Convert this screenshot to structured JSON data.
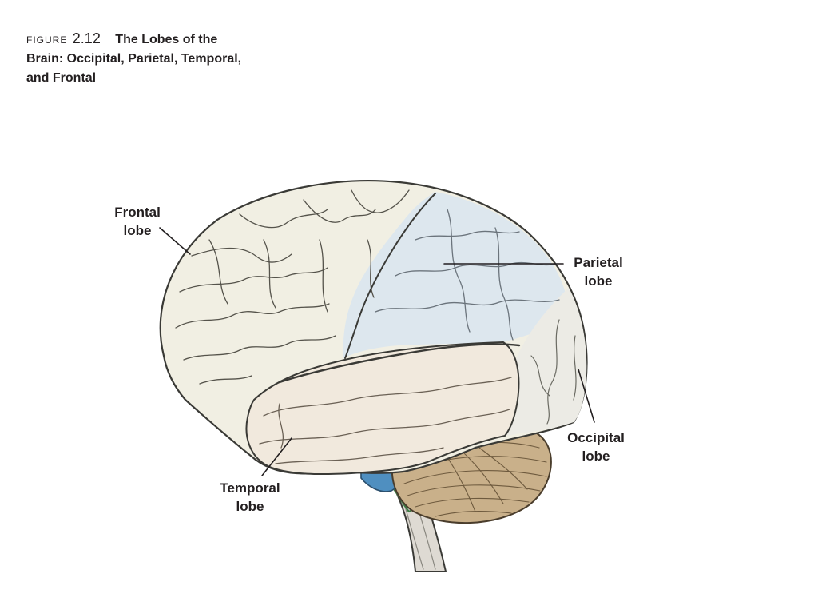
{
  "caption": {
    "figure_word": "FIGURE",
    "figure_number": "2.12",
    "title_line1": "The Lobes of the",
    "title_line2": "Brain: Occipital, Parietal, Temporal,",
    "title_line3": "and Frontal"
  },
  "labels": {
    "frontal": {
      "line1": "Frontal",
      "line2": "lobe"
    },
    "parietal": {
      "line1": "Parietal",
      "line2": "lobe"
    },
    "occipital": {
      "line1": "Occipital",
      "line2": "lobe"
    },
    "temporal": {
      "line1": "Temporal",
      "line2": "lobe"
    }
  },
  "colors": {
    "frontal": "#f1efe3",
    "parietal": "#dde7ee",
    "occipital": "#ecebe5",
    "temporal": "#f1e9dd",
    "cerebellum": "#c9b08a",
    "brainstem": "#dedad3",
    "pons_blue": "#4f8fc0",
    "outline": "#3a3a36"
  }
}
